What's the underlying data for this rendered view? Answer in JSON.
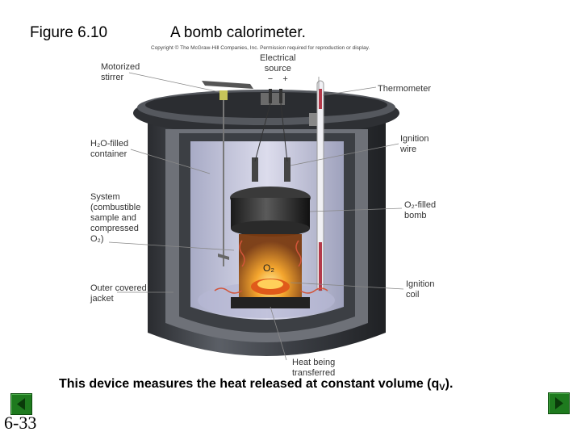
{
  "figure": {
    "number": "Figure 6.10",
    "title": "A bomb calorimeter.",
    "copyright": "Copyright © The McGraw-Hill Companies, Inc. Permission required for reproduction or display."
  },
  "labels": {
    "motorized_stirrer": [
      "Motorized",
      "stirrer"
    ],
    "electrical_source": [
      "Electrical",
      "source"
    ],
    "minus": "−",
    "plus": "+",
    "thermometer": "Thermometer",
    "h2o_container": [
      "H₂O-filled",
      "container"
    ],
    "ignition_wire": [
      "Ignition",
      "wire"
    ],
    "system": [
      "System",
      "(combustible",
      "sample and",
      "compressed",
      "O₂)"
    ],
    "o2_bomb": [
      "O₂-filled",
      "bomb"
    ],
    "outer_jacket": [
      "Outer covered",
      "jacket"
    ],
    "ignition_coil": [
      "Ignition",
      "coil"
    ],
    "heat_transferred": [
      "Heat being",
      "transferred"
    ],
    "o2_inside": "O₂"
  },
  "caption": {
    "text": "This device measures the heat released at constant volume (q",
    "subscript": "V",
    "end": ")."
  },
  "slide_number": "6-33",
  "colors": {
    "nav": "#1e7a1e",
    "jacket": "#3a3d42",
    "water": "#c9cbe0",
    "bomb": "#2a2a2a",
    "flame": "#f08a1c"
  }
}
